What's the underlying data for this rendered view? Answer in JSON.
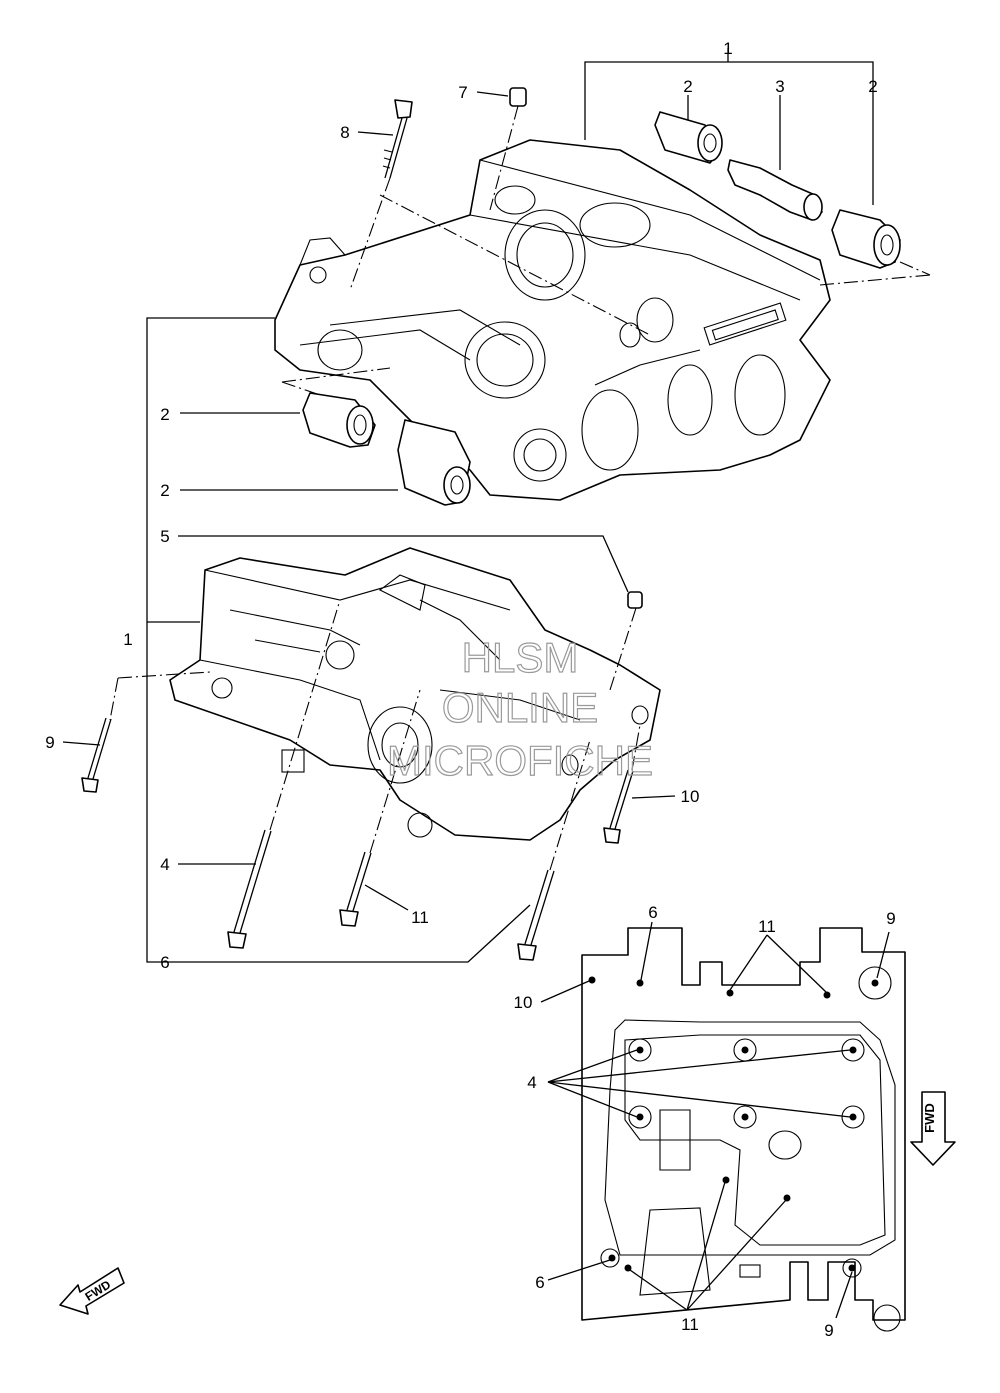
{
  "callouts": {
    "c1_top": "1",
    "c2_a": "2",
    "c3": "3",
    "c2_b": "2",
    "c7": "7",
    "c8": "8",
    "c2_left1": "2",
    "c2_left2": "2",
    "c5": "5",
    "c1_left": "1",
    "c9_left": "9",
    "c10_right": "10",
    "c4_left": "4",
    "c11_mid": "11",
    "c6_left": "6",
    "c6_inset_top": "6",
    "c11_inset_top": "11",
    "c9_inset_top": "9",
    "c10_inset": "10",
    "c4_inset": "4",
    "c6_inset_bottom": "6",
    "c11_inset_bottom": "11",
    "c9_inset_bottom": "9"
  },
  "badges": {
    "fwd_inset": "FWD",
    "fwd_corner": "FWD"
  },
  "watermark": {
    "line1": "HLSM",
    "line2": "ONLINE",
    "line3": "MICROFICHE"
  }
}
